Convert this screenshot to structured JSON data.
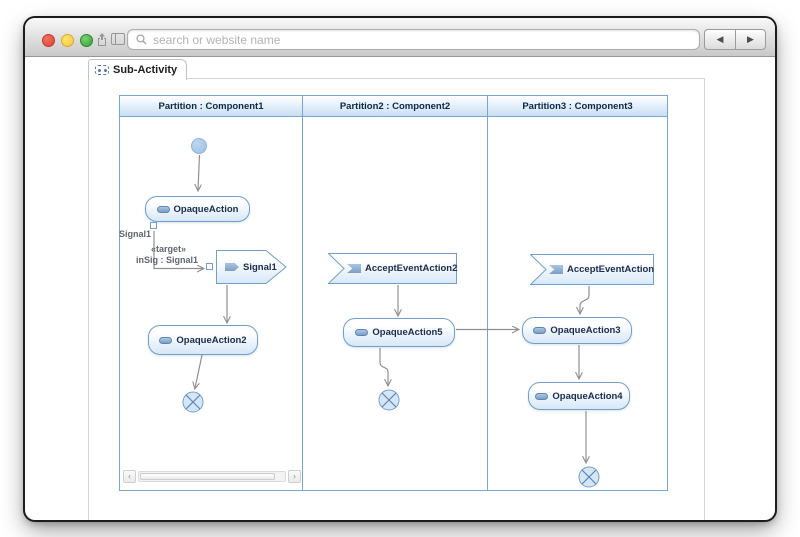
{
  "window": {
    "search_placeholder": "search or website name",
    "nav": {
      "back": "◀",
      "forward": "▶"
    },
    "traffic_colors": {
      "close": "#dd4338",
      "minimize": "#f5c842",
      "zoom": "#2fa33c"
    }
  },
  "tab": {
    "label": "Sub-Activity"
  },
  "diagram": {
    "colors": {
      "accent_border": "#79a6d1",
      "node_fill": "#d7e8f8",
      "line": "#8f8f8f",
      "label_text": "#1c2b4a"
    },
    "partitions": [
      {
        "title": "Partition : Component1"
      },
      {
        "title": "Partition2 : Component2"
      },
      {
        "title": "Partition3 : Component3"
      }
    ],
    "nodes": {
      "opaqueAction": "OpaqueAction",
      "signal1": "Signal1",
      "opaqueAction2": "OpaqueAction2",
      "acceptEventAction2": "AcceptEventAction2",
      "opaqueAction5": "OpaqueAction5",
      "acceptEventAction": "AcceptEventAction",
      "opaqueAction3": "OpaqueAction3",
      "opaqueAction4": "OpaqueAction4"
    },
    "edge_labels": {
      "pin": "Signal1",
      "stereotype": "«target»",
      "binding": "inSig : Signal1"
    },
    "scrollbar": {
      "left": "‹",
      "right": "›"
    }
  }
}
